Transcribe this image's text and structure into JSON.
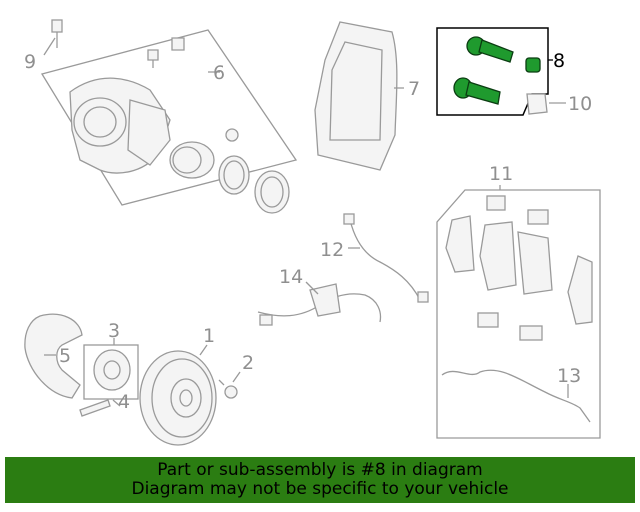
{
  "callouts": {
    "c1": "1",
    "c2": "2",
    "c3": "3",
    "c4": "4",
    "c5": "5",
    "c6": "6",
    "c7": "7",
    "c8": "8",
    "c9": "9",
    "c10": "10",
    "c11": "11",
    "c12": "12",
    "c13": "13",
    "c14": "14"
  },
  "highlighted_part": "8",
  "colors": {
    "highlight": "#1f9a2e",
    "banner_bg": "#2b7d12",
    "line": "#9a9a9a"
  },
  "banner": {
    "line1": "Part or sub-assembly is #8 in diagram",
    "line2": "Diagram may not be specific to your vehicle"
  }
}
